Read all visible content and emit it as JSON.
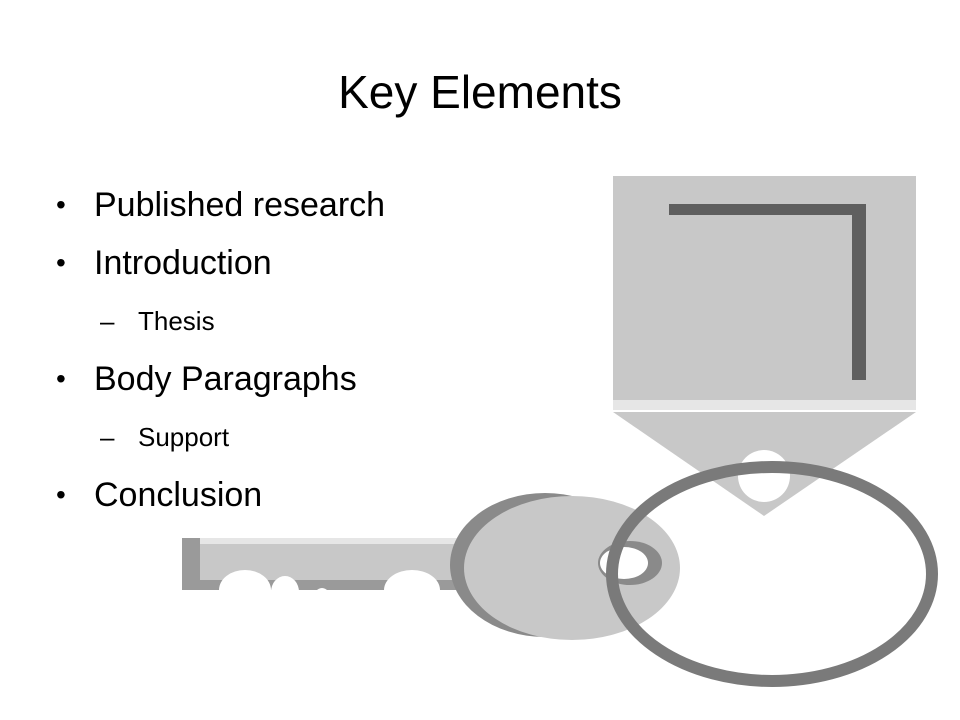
{
  "slide": {
    "title": "Key Elements",
    "bullets": [
      {
        "level": 1,
        "text": "Published research"
      },
      {
        "level": 1,
        "text": "Introduction"
      },
      {
        "level": 2,
        "text": "Thesis"
      },
      {
        "level": 1,
        "text": "Body Paragraphs"
      },
      {
        "level": 2,
        "text": "Support"
      },
      {
        "level": 1,
        "text": "Conclusion"
      }
    ],
    "bullet_symbol": "•",
    "sub_bullet_symbol": "–"
  },
  "illustration": {
    "subject": "key-and-tag",
    "colors": {
      "tag_fill": "#c8c8c8",
      "tag_edge": "#e6e6e6",
      "bracket": "#5f5f5f",
      "key_light": "#c8c8c8",
      "key_dark": "#8a8a8a",
      "ring": "#7a7a7a"
    }
  }
}
